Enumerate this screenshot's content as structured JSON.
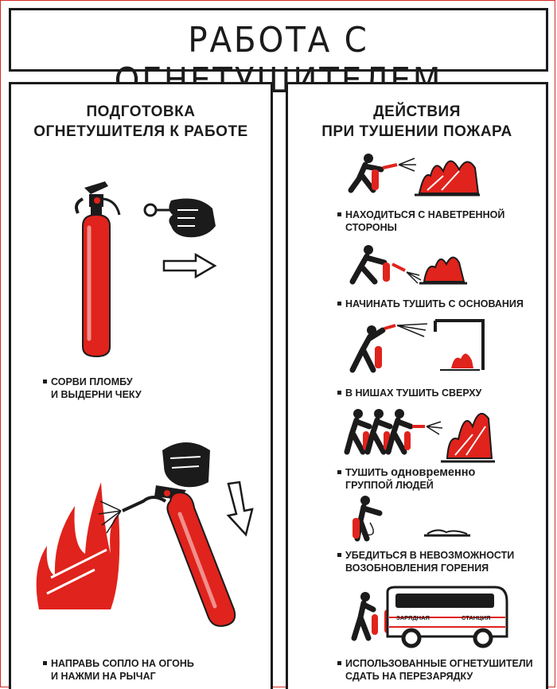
{
  "title": "РАБОТА С ОГНЕТУШИТЕЛЕМ",
  "left": {
    "heading": [
      "ПОДГОТОВКА",
      "ОГНЕТУШИТЕЛЯ К РАБОТЕ"
    ],
    "step1": [
      "СОРВИ   ПЛОМБУ",
      "И ВЫДЕРНИ ЧЕКУ"
    ],
    "step2": [
      "НАПРАВЬ СОПЛО НА ОГОНЬ",
      "И НАЖМИ НА РЫЧАГ"
    ]
  },
  "right": {
    "heading": [
      "ДЕЙСТВИЯ",
      "ПРИ ТУШЕНИИ ПОЖАРА"
    ],
    "items": [
      {
        "lines": [
          "НАХОДИТЬСЯ С НАВЕТРЕННОЙ",
          "СТОРОНЫ"
        ]
      },
      {
        "lines": [
          "НАЧИНАТЬ ТУШИТЬ С ОСНОВАНИЯ"
        ]
      },
      {
        "lines": [
          "В НИШАХ ТУШИТЬ СВЕРХУ"
        ]
      },
      {
        "lines": [
          "ТУШИТЬ ",
          "одновременно",
          "ГРУППОЙ ЛЮДЕЙ"
        ]
      },
      {
        "lines": [
          "УБЕДИТЬСЯ В НЕВОЗМОЖНОСТИ",
          "ВОЗОБНОВЛЕНИЯ ГОРЕНИЯ"
        ]
      },
      {
        "lines": [
          "ИСПОЛЬЗОВАННЫЕ ОГНЕТУШИТЕЛИ",
          "СДАТЬ НА ПЕРЕЗАРЯДКУ"
        ]
      }
    ],
    "bus_labels": [
      "ЗАРЯДНАЯ",
      "СТАНЦИЯ"
    ]
  },
  "colors": {
    "red": "#e0231c",
    "black": "#1b1b1b"
  },
  "icons": [
    "fire-extinguisher-icon",
    "hand-pulling-pin-icon",
    "arrow-right-icon",
    "flame-icon",
    "hand-pressing-lever-icon",
    "arrow-down-icon",
    "person-spraying-icon",
    "niche-icon",
    "bus-icon"
  ]
}
